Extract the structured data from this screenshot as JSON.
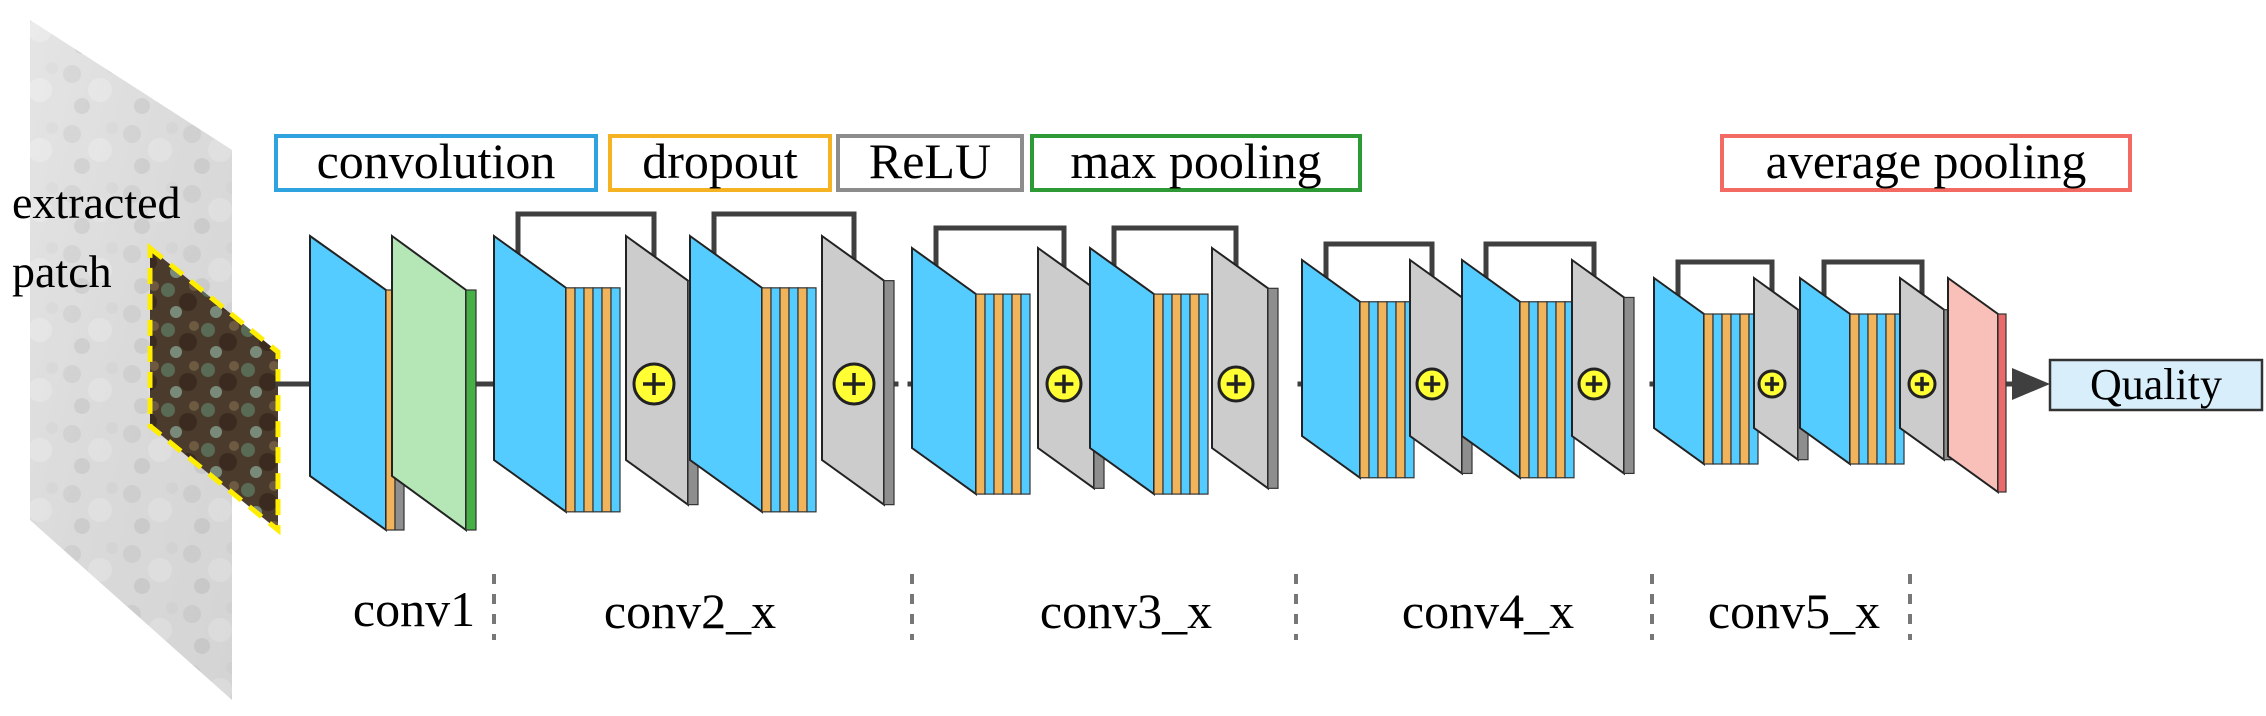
{
  "diagram": {
    "input_label": [
      "extracted",
      "patch"
    ],
    "legend": [
      {
        "label": "convolution",
        "color": "#2ea3e0"
      },
      {
        "label": "dropout",
        "color": "#f5b323"
      },
      {
        "label": "ReLU",
        "color": "#8c8c8c"
      },
      {
        "label": "max pooling",
        "color": "#2e9a36"
      },
      {
        "label": "average pooling",
        "color": "#f36a62"
      }
    ],
    "stages": [
      "conv1",
      "conv2_x",
      "conv3_x",
      "conv4_x",
      "conv5_x"
    ],
    "output_label": "Quality",
    "colors": {
      "conv": "#55ccff",
      "conv_edge": "#1aa2e8",
      "dropout": "#f2b45a",
      "relu": "#cccccc",
      "relu_edge": "#8e8e8e",
      "max_pool": "#b5e6b5",
      "max_pool_edge": "#46b046",
      "avg_pool": "#f8c0b8",
      "avg_pool_edge": "#e86a6a",
      "add_node": "#ffff33",
      "output_box": "#d8eefa",
      "line": "#3f3f3f"
    },
    "icons": [
      "add-node-icon",
      "arrow-right-icon"
    ]
  }
}
